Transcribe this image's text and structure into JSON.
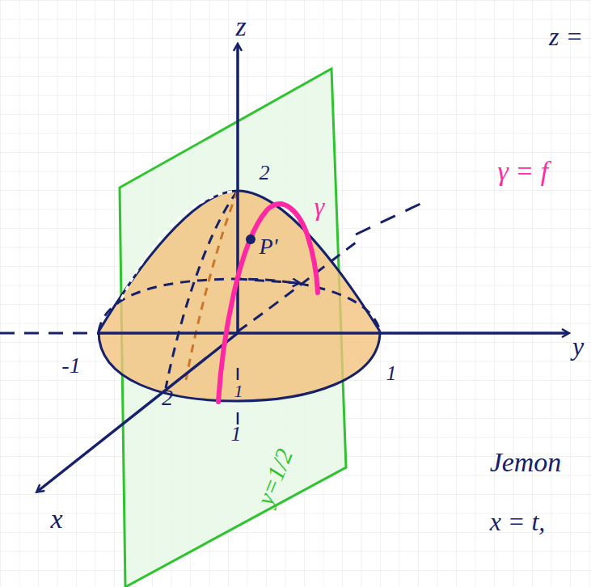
{
  "diagram": {
    "labels": [
      "z",
      "2",
      "γ",
      "P'",
      "-1",
      "1",
      "2",
      "1",
      "1",
      "x",
      "y",
      "y=1/2",
      "z =",
      "γ = f⃗",
      "Jemon",
      "x = t,"
    ]
  }
}
